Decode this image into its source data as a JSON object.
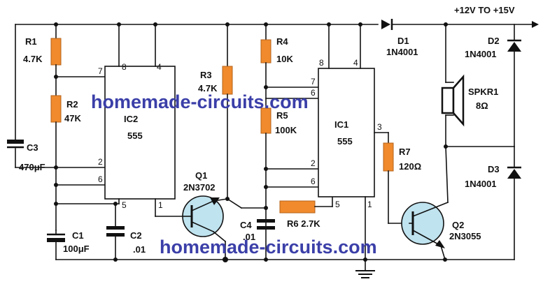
{
  "supply": "+12V TO +15V",
  "watermark": "homemade-circuits.com",
  "colors": {
    "resistor": "#f08a2c",
    "transistor_fill": "#bfe3ef",
    "watermark": "#3b3fa8",
    "wire": "#111111"
  },
  "ic2": {
    "ref": "IC2",
    "type": "555",
    "pins": [
      "8",
      "4",
      "7",
      "2",
      "6",
      "5",
      "1"
    ]
  },
  "ic1": {
    "ref": "IC1",
    "type": "555",
    "pins": [
      "8",
      "4",
      "7",
      "6",
      "2",
      "6",
      "5",
      "1",
      "3"
    ]
  },
  "r1": {
    "ref": "R1",
    "value": "4.7K"
  },
  "r2": {
    "ref": "R2",
    "value": "47K"
  },
  "r3": {
    "ref": "R3",
    "value": "4.7K"
  },
  "r4": {
    "ref": "R4",
    "value": "10K"
  },
  "r5": {
    "ref": "R5",
    "value": "100K"
  },
  "r6": {
    "label": "R6 2.7K"
  },
  "r7": {
    "ref": "R7",
    "value": "120Ω"
  },
  "c1": {
    "ref": "C1",
    "value": "100μF"
  },
  "c2": {
    "ref": "C2",
    "value": ".01"
  },
  "c3": {
    "ref": "C3",
    "value": "470μF"
  },
  "c4": {
    "ref": "C4",
    "value": ".01"
  },
  "d1": {
    "ref": "D1",
    "value": "1N4001"
  },
  "d2": {
    "ref": "D2",
    "value": "1N4001"
  },
  "d3": {
    "ref": "D3",
    "value": "1N4001"
  },
  "q1": {
    "ref": "Q1",
    "value": "2N3702"
  },
  "q2": {
    "ref": "Q2",
    "value": "2N3055"
  },
  "spkr": {
    "ref": "SPKR1",
    "value": "8Ω"
  }
}
